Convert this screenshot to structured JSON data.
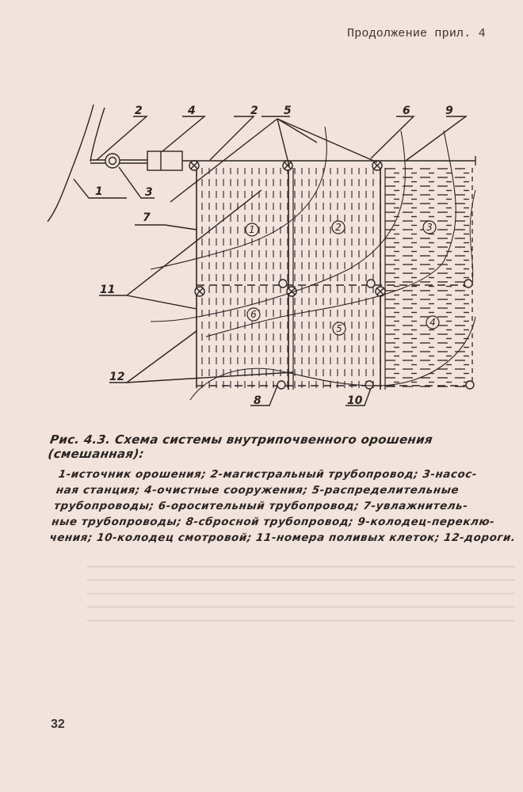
{
  "page": {
    "header": "Продолжение прил. 4",
    "page_number": "32"
  },
  "figure": {
    "number": "Рис. 4.3.",
    "title": "Схема системы внутрипочвенного орошения (смешанная):",
    "legend_lines": [
      "1-источник орошения; 2-магистральный трубопровод; 3-насос-",
      "ная станция; 4-очистные сооружения; 5-распределительные",
      "трубопроводы; 6-оросительный трубопровод; 7-увлажнитель-",
      "ные трубопроводы; 8-сбросной трубопровод; 9-колодец-переклю-",
      "чения; 10-колодец смотровой; 11-номера поливых клеток; 12-дороги."
    ],
    "legend_items": [
      {
        "id": "1",
        "label": "источник орошения"
      },
      {
        "id": "2",
        "label": "магистральный трубопровод"
      },
      {
        "id": "3",
        "label": "насосная станция"
      },
      {
        "id": "4",
        "label": "очистные сооружения"
      },
      {
        "id": "5",
        "label": "распределительные трубопроводы"
      },
      {
        "id": "6",
        "label": "оросительный трубопровод"
      },
      {
        "id": "7",
        "label": "увлажнительные трубопроводы"
      },
      {
        "id": "8",
        "label": "сбросной трубопровод"
      },
      {
        "id": "9",
        "label": "колодец-переключения"
      },
      {
        "id": "10",
        "label": "колодец смотровой"
      },
      {
        "id": "11",
        "label": "номера поливых клеток"
      },
      {
        "id": "12",
        "label": "дороги"
      }
    ],
    "callouts": {
      "c1": "1",
      "c2a": "2",
      "c2b": "2",
      "c3": "3",
      "c4": "4",
      "c5": "5",
      "c6": "6",
      "c7": "7",
      "c8": "8",
      "c9": "9",
      "c10": "10",
      "c11": "11",
      "c12": "12"
    },
    "cells": [
      "1",
      "2",
      "3",
      "4",
      "5",
      "6"
    ]
  },
  "colors": {
    "paper": "#f2e4dc",
    "ink": "#2b2424"
  }
}
